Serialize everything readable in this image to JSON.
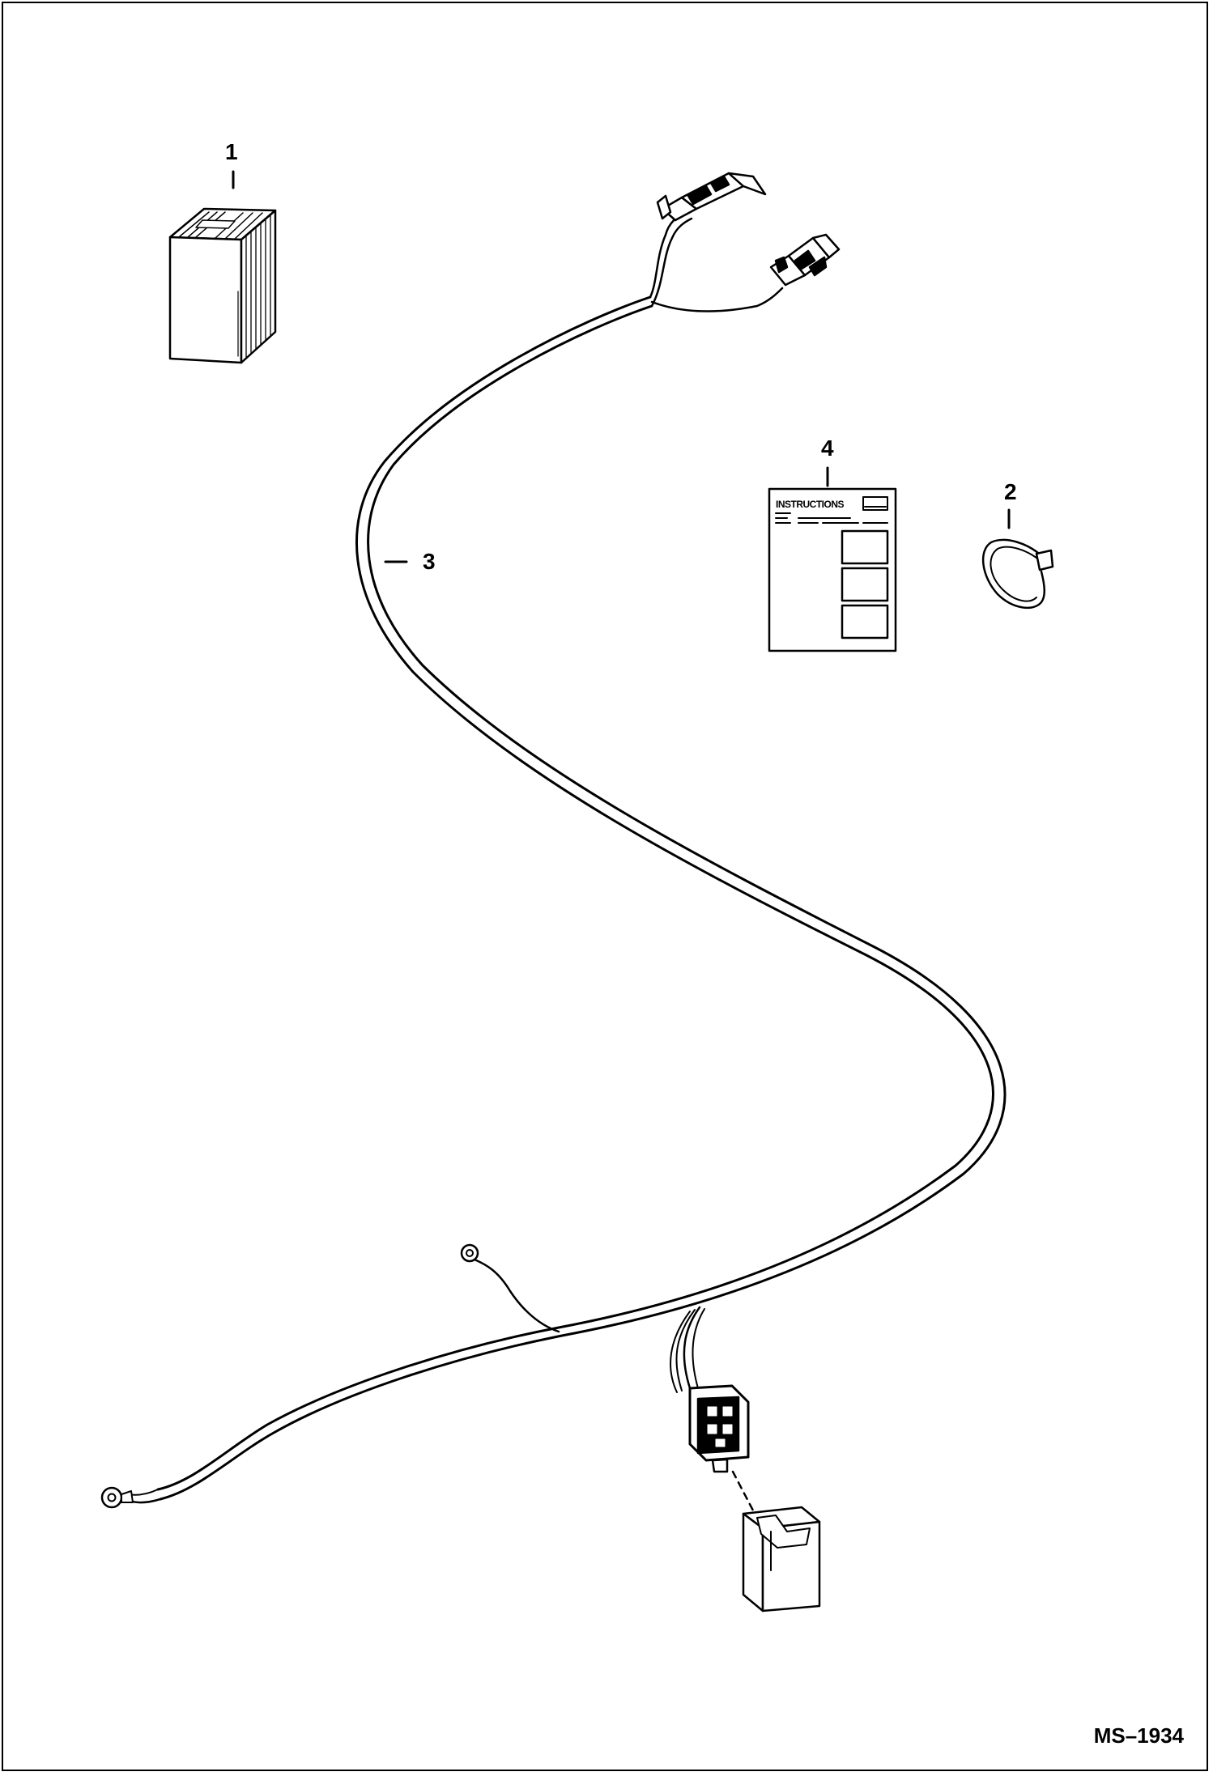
{
  "callouts": [
    {
      "id": "1",
      "label": "1"
    },
    {
      "id": "2",
      "label": "2"
    },
    {
      "id": "3",
      "label": "3"
    },
    {
      "id": "4",
      "label": "4"
    }
  ],
  "instruction_sheet": {
    "heading": "INSTRUCTIONS"
  },
  "figure_id": "MS–1934"
}
